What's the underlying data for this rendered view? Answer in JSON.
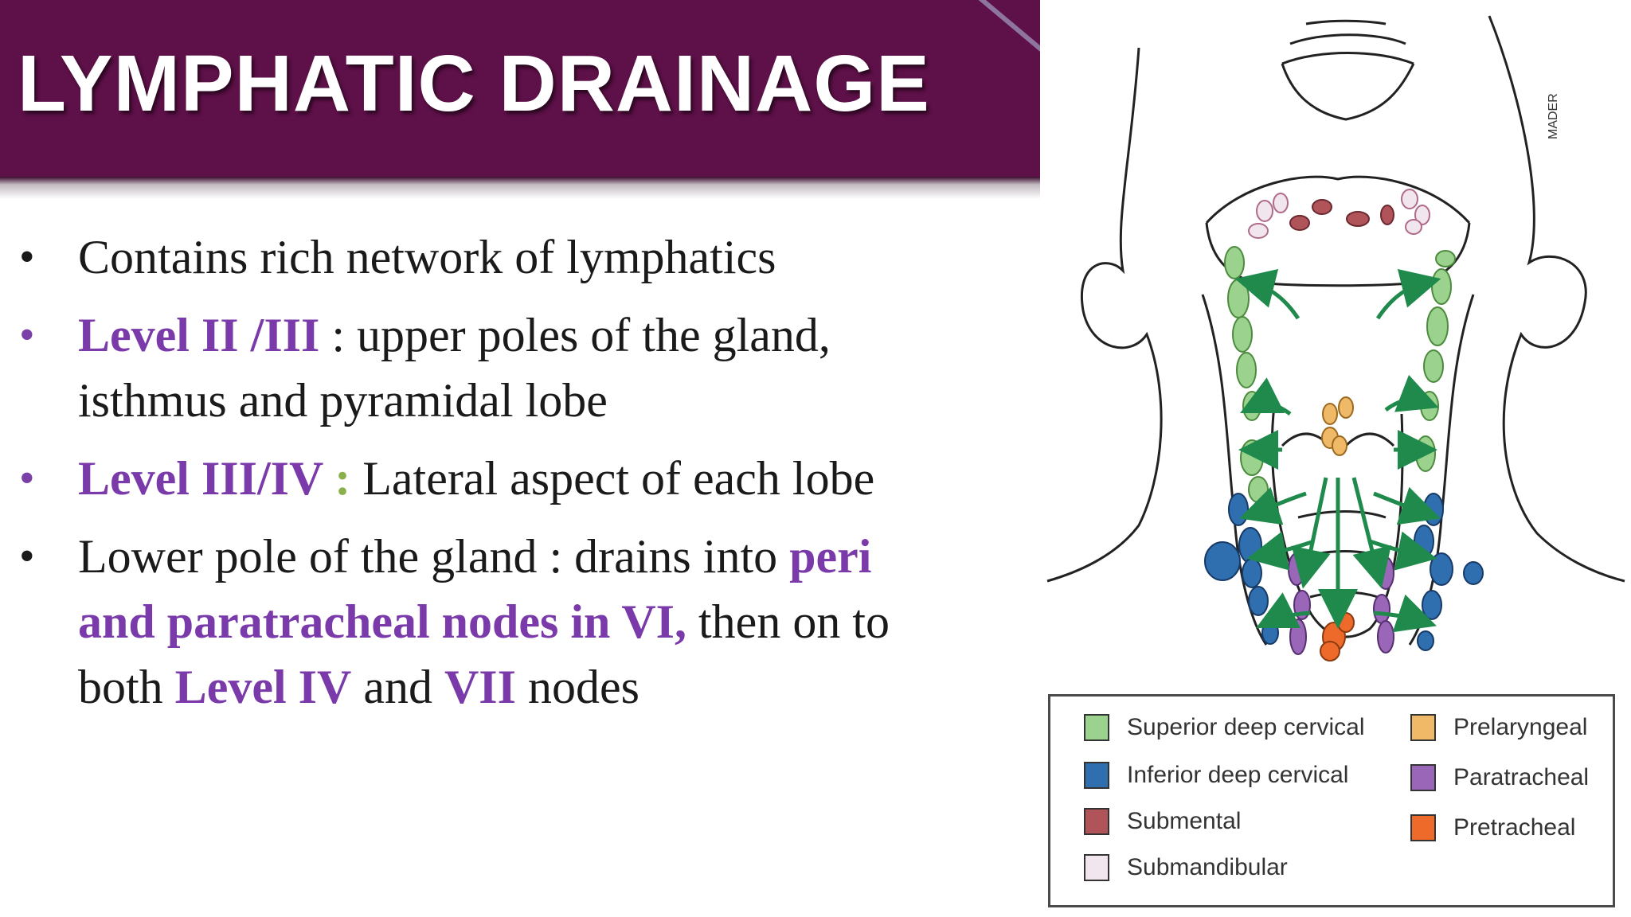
{
  "header": {
    "title": "LYMPHATIC DRAINAGE"
  },
  "bullets": [
    {
      "text": "Contains rich network of lymphatics"
    },
    {
      "strong": "Level II /III",
      "text": " : upper poles of the gland,",
      "text2": "isthmus and pyramidal lobe"
    },
    {
      "strong": "Level III/IV",
      "sep": " :",
      "text": " Lateral aspect of each lobe"
    },
    {
      "text": "Lower pole of the gland : drains into ",
      "strong1": "peri",
      "strong2": "and paratracheal nodes in VI,",
      "text2": " then on to",
      "text3": "both ",
      "strong3": "Level IV",
      "text4": " and ",
      "strong4": "VII",
      "text5": "  nodes"
    }
  ],
  "figure": {
    "signature": "MADER"
  },
  "legend": {
    "items": [
      {
        "label": "Superior deep cervical",
        "color": "#9bd38e"
      },
      {
        "label": "Inferior deep cervical",
        "color": "#2f6fb0"
      },
      {
        "label": "Submental",
        "color": "#b0545a"
      },
      {
        "label": "Submandibular",
        "color": "#f2e6ee"
      },
      {
        "label": "Prelaryngeal",
        "color": "#f0b968"
      },
      {
        "label": "Paratracheal",
        "color": "#9a66b8"
      },
      {
        "label": "Pretracheal",
        "color": "#ee6a2a"
      }
    ]
  },
  "colors": {
    "header_bg": "#5e1048",
    "highlight": "#7a3aaa",
    "highlight_green": "#8ab04a"
  }
}
